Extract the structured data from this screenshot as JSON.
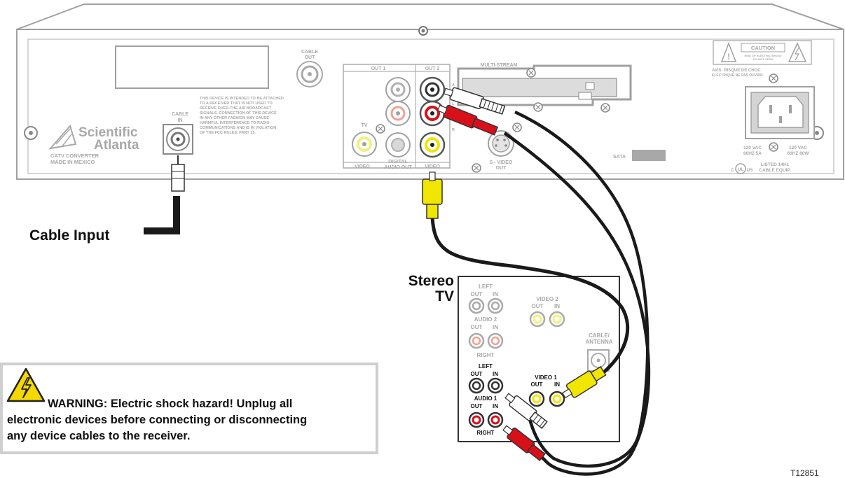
{
  "receiver": {
    "brand_line1": "Scientific",
    "brand_line2": "Atlanta",
    "catv_line1": "CATV CONVERTER",
    "catv_line2": "MADE IN MEXICO",
    "cable_in_line1": "CABLE",
    "cable_in_line2": "IN",
    "cable_out_line1": "CABLE",
    "cable_out_line2": "OUT",
    "fcc_notice": [
      "THIS DEVICE IS INTENDED TO BE ATTACHED",
      "TO A RECEIVER THAT IS NOT USED TO",
      "RECEIVE OVER-THE-AIR BROADCAST",
      "SIGNALS. CONNECTION OF THIS DEVICE",
      "IN ANY OTHER FASHION MAY CAUSE",
      "HARMFUL INTERFERENCE TO RADIO",
      "COMMUNICATIONS AND IS IN VIOLATION",
      "OF THE FCC RULES, PART 15."
    ],
    "out1": "OUT 1",
    "out2": "OUT 2",
    "tv": "TV",
    "video": "VIDEO",
    "digital_audio_line1": "DIGITAL",
    "digital_audio_line2": "AUDIO OUT",
    "video_out2": "VIDEO",
    "a": "A",
    "l": "L",
    "r": "R",
    "multi_stream": "MULTI-STREAM",
    "svideo_line1": "S - VIDEO",
    "svideo_line2": "OUT",
    "sata": "SATA",
    "caution": "CAUTION",
    "caution_sub1": "RISK OF ELECTRIC SHOCK",
    "caution_sub2": "DO NOT OPEN",
    "avis_line1": "AVIS: RISQUE DE CHOC",
    "avis_line2": "ELECTRIQUE NE PAS OUVRIR",
    "vac1_line1": "120 VAC",
    "vac1_line2": "60HZ 5A",
    "vac2_line1": "120 VAC",
    "vac2_line2": "60HZ 80W",
    "ul_c": "C",
    "ul_mark": "UL",
    "ul_us": "US",
    "listed_line1": "LISTED 14H1",
    "listed_line2": "CABLE EQUIP."
  },
  "callouts": {
    "cable_input": "Cable Input",
    "stereo_tv_line1": "Stereo",
    "stereo_tv_line2": "TV"
  },
  "tv_panel": {
    "left": "LEFT",
    "out": "OUT",
    "in": "IN",
    "audio2": "AUDIO 2",
    "right": "RIGHT",
    "video2": "VIDEO 2",
    "cable_antenna_line1": "CABLE/",
    "cable_antenna_line2": "ANTENNA",
    "audio1": "AUDIO 1",
    "video1": "VIDEO 1"
  },
  "warning": {
    "label": "WARNING: Electric shock hazard! Unplug all",
    "line2": "electronic devices before connecting or disconnecting",
    "line3": "any device cables to the receiver."
  },
  "figure_id": "T12851",
  "colors": {
    "outline": "#a0a0a0",
    "cable": "#1a1a1a",
    "yellow": "#f0e600",
    "red": "#d8101a",
    "white_plug": "#e8e8e8",
    "warning_yellow": "#f5d800"
  }
}
